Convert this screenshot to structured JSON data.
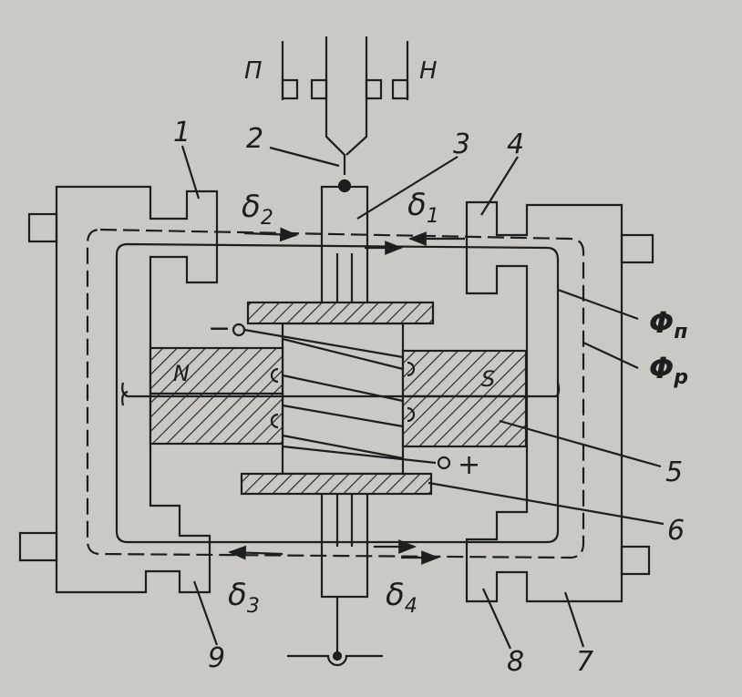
{
  "labels": {
    "n1": "1",
    "n2": "2",
    "n3": "3",
    "n4": "4",
    "n5": "5",
    "n6": "6",
    "n7": "7",
    "n8": "8",
    "n9": "9",
    "contact_left": "П",
    "contact_right": "Н",
    "pole_n": "N",
    "pole_s": "S",
    "minus": "−",
    "plus": "+",
    "delta": "δ",
    "gap1": "1",
    "gap2": "2",
    "gap3": "3",
    "gap4": "4",
    "phi": "Φ",
    "phi_p_sub": "п",
    "phi_r_sub": "р"
  },
  "colors": {
    "ink": "#1e1e1e",
    "paper": "#cbc9c3",
    "hatch": "#2a2a2a"
  }
}
